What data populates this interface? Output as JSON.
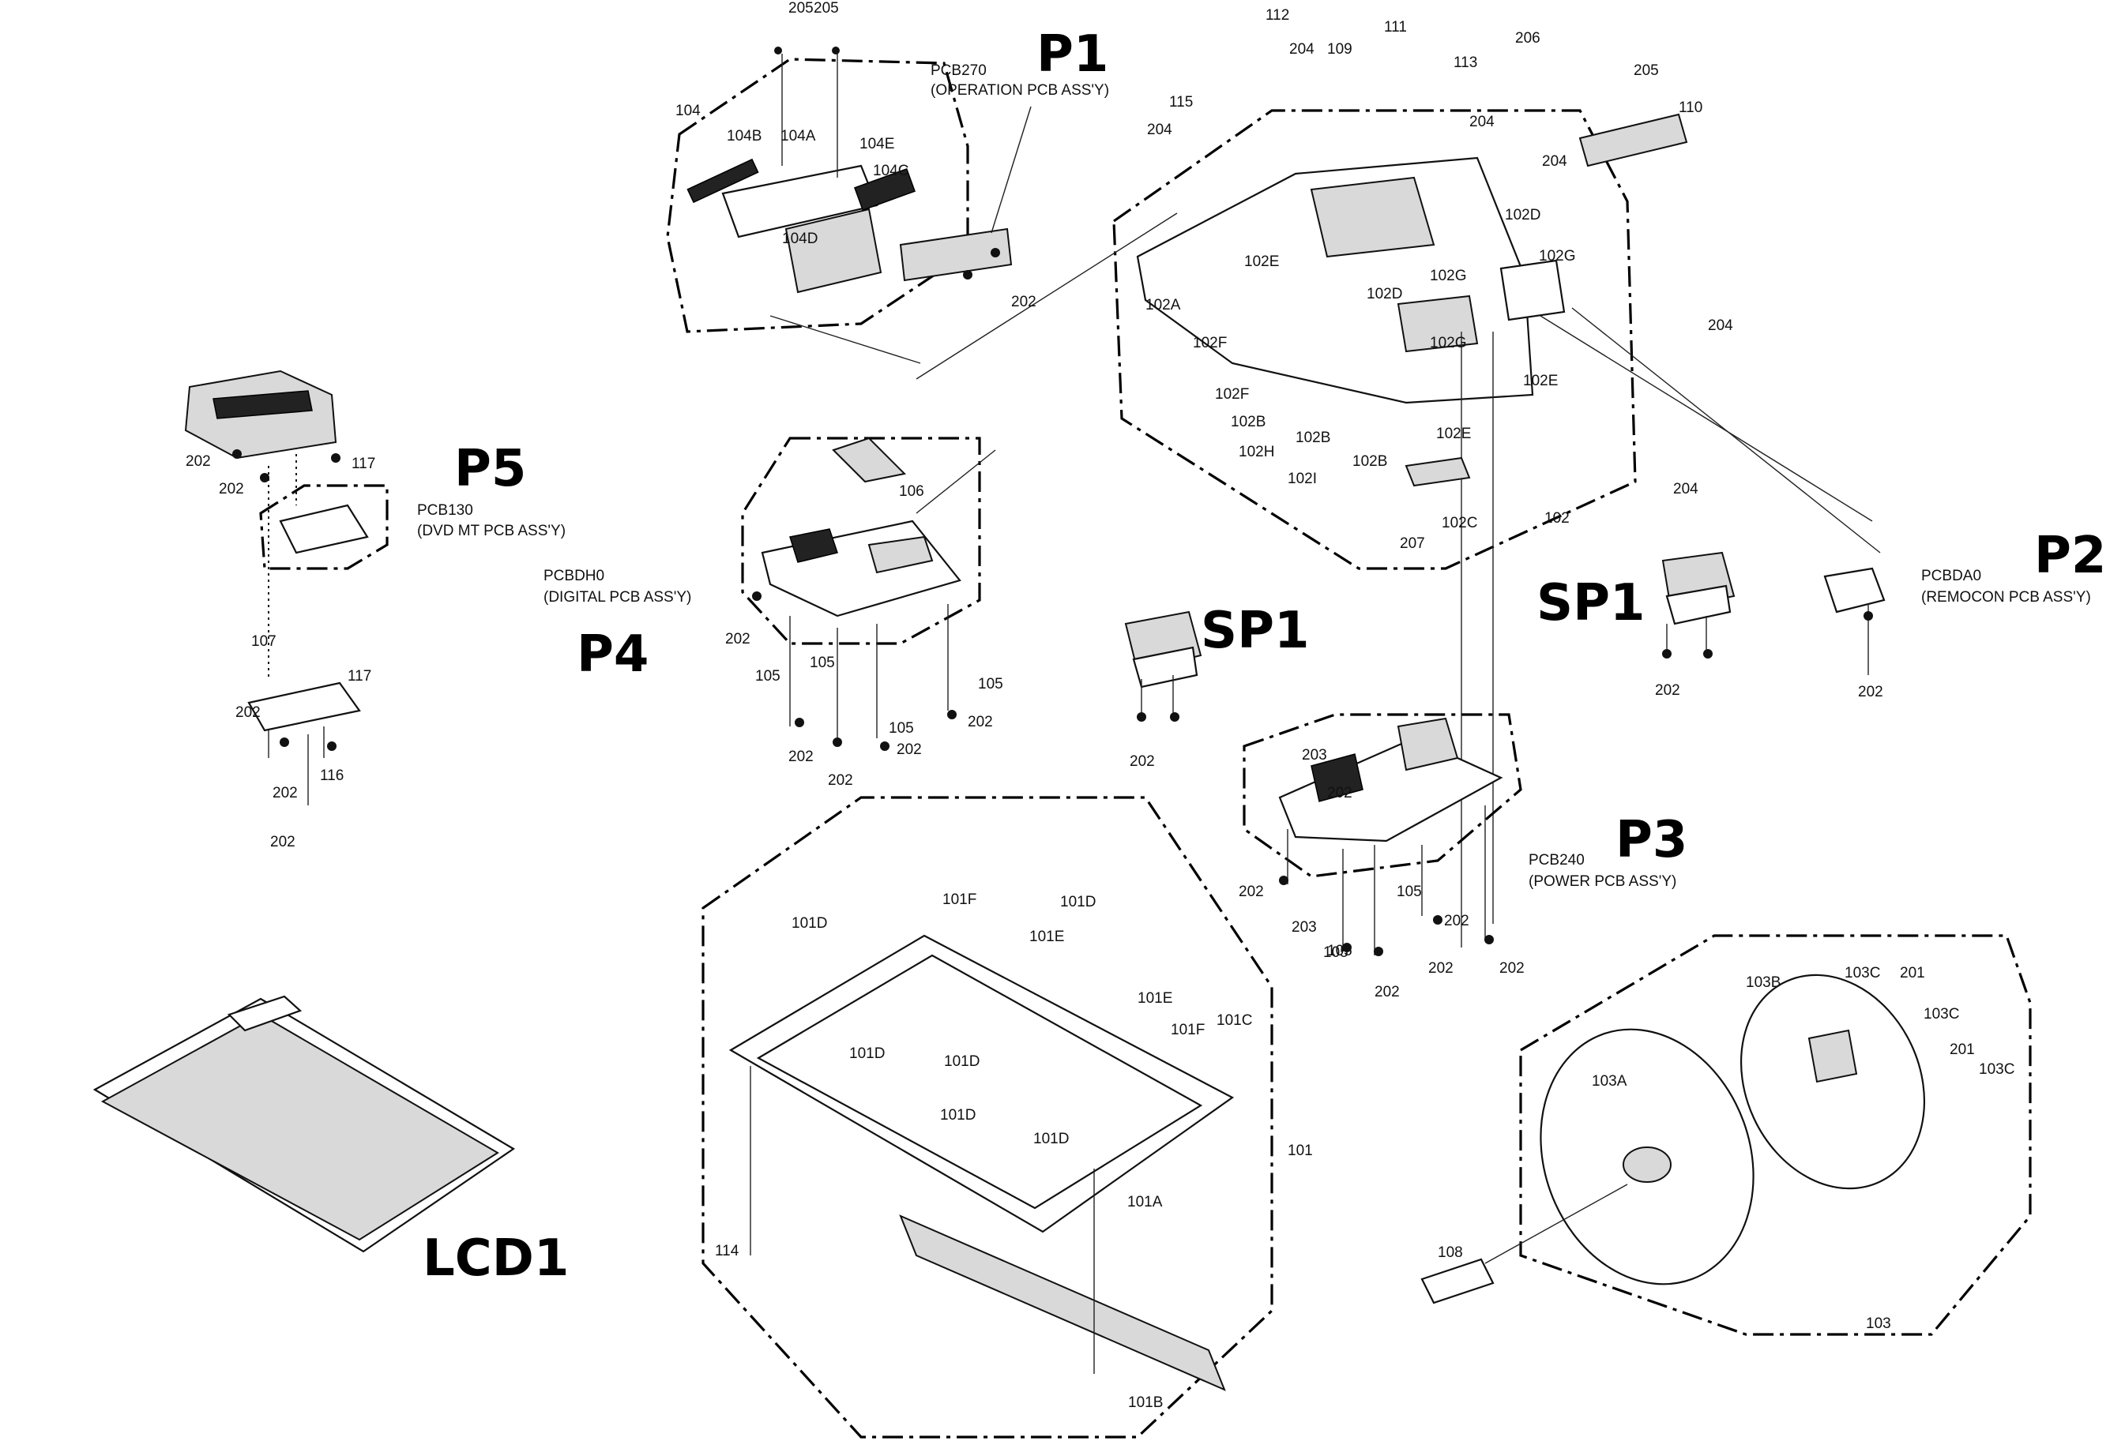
{
  "assemblies": {
    "p1": {
      "handwritten": "P1",
      "board": "PCB270",
      "desc": "(OPERATION PCB ASS'Y)"
    },
    "p2": {
      "handwritten": "P2",
      "board": "PCBDA0",
      "desc": "(REMOCON PCB ASS'Y)"
    },
    "p3": {
      "handwritten": "P3",
      "board": "PCB240",
      "desc": "(POWER PCB ASS'Y)"
    },
    "p4": {
      "handwritten": "P4",
      "board": "PCBDH0",
      "desc": "(DIGITAL PCB ASS'Y)"
    },
    "p5": {
      "handwritten": "P5",
      "board": "PCB130",
      "desc": "(DVD MT PCB ASS'Y)"
    },
    "sp1_left": {
      "handwritten": "SP1"
    },
    "sp1_right": {
      "handwritten": "SP1"
    },
    "lcd": {
      "handwritten": "LCD1"
    }
  },
  "part_labels": [
    "205",
    "205",
    "104",
    "104B",
    "104A",
    "104E",
    "104C",
    "104D",
    "202",
    "112",
    "204",
    "109",
    "111",
    "206",
    "113",
    "115",
    "204",
    "204",
    "205",
    "110",
    "204",
    "102D",
    "102E",
    "102D",
    "102G",
    "102G",
    "102A",
    "102F",
    "102G",
    "102F",
    "102E",
    "102B",
    "102B",
    "102H",
    "102I",
    "102B",
    "102E",
    "102C",
    "207",
    "102",
    "204",
    "204",
    "106",
    "202",
    "105",
    "105",
    "105",
    "105",
    "202",
    "202",
    "202",
    "202",
    "202",
    "202",
    "202",
    "202",
    "202",
    "117",
    "107",
    "117",
    "202",
    "202",
    "116",
    "202",
    "202",
    "203",
    "203",
    "202",
    "105",
    "105",
    "202",
    "105",
    "202",
    "202",
    "202",
    "101D",
    "101F",
    "101D",
    "101E",
    "101E",
    "101D",
    "101D",
    "101F",
    "101C",
    "101D",
    "101D",
    "101",
    "101A",
    "114",
    "101B",
    "103B",
    "103C",
    "201",
    "103C",
    "201",
    "103C",
    "103A",
    "108",
    "103"
  ]
}
